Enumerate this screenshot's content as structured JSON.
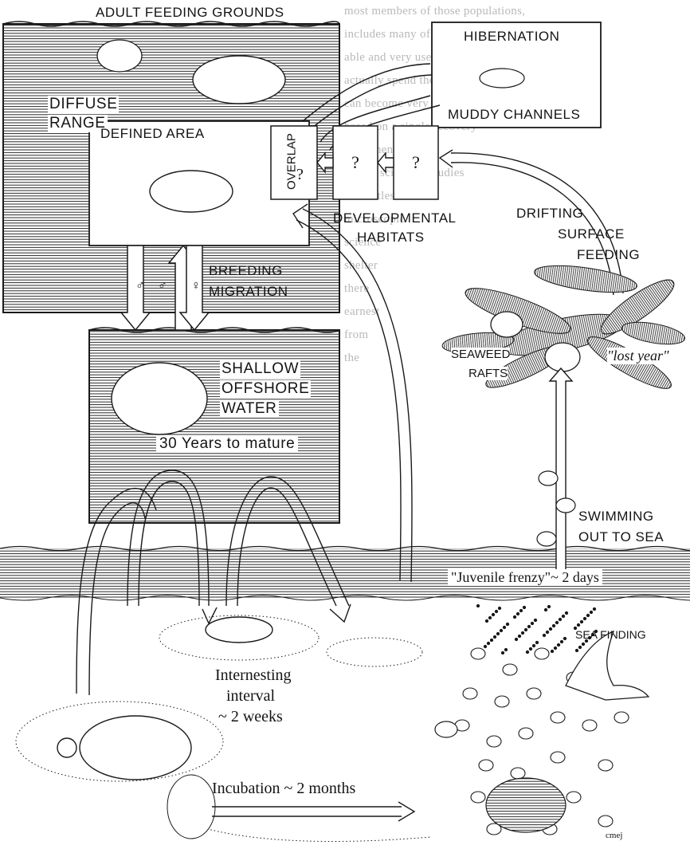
{
  "background_text": [
    "most members of those populations,",
    "includes many of the migrations and",
    "able and very useful information",
    "actually spend the foraging",
    "can become very reasoning",
    "based on a single recovery",
    "fish when they are",
    "proper scientific studies",
    "sea turtles should",
    "microscopic",
    "science",
    "shelter",
    "there",
    "earnest",
    "from",
    "the"
  ],
  "labels": {
    "adult_feeding_grounds": "ADULT FEEDING GROUNDS",
    "diffuse_range_1": "DIFFUSE",
    "diffuse_range_2": "RANGE",
    "defined_area": "DEFINED AREA",
    "hibernation": "HIBERNATION",
    "muddy_channels": "MUDDY CHANNELS",
    "overlap": "OVERLAP",
    "q1": "?",
    "q2": "?",
    "q3": "?",
    "developmental_habitats_1": "DEVELOPMENTAL",
    "developmental_habitats_2": "HABITATS",
    "drifting_1": "DRIFTING",
    "drifting_2": "SURFACE",
    "drifting_3": "FEEDING",
    "breeding_1": "BREEDING",
    "breeding_2": "MIGRATION",
    "male_1": "♂",
    "male_2": "♂",
    "female": "♀",
    "shallow_1": "SHALLOW",
    "shallow_2": "OFFSHORE",
    "shallow_3": "WATER",
    "thirty_years": "30 Years to mature",
    "seaweed_1": "SEAWEED",
    "seaweed_2": "RAFTS",
    "lost_year": "\"lost year\"",
    "swimming_1": "SWIMMING",
    "swimming_2": "OUT TO SEA",
    "juvenile_frenzy": "\"Juvenile frenzy\"~ 2 days",
    "sea_finding": "SEA FINDING",
    "internesting_1": "Internesting",
    "internesting_2": "interval",
    "internesting_3": "~ 2 weeks",
    "incubation": "Incubation ~ 2 months",
    "signature": "cmej"
  },
  "colors": {
    "ink": "#1a1a1a",
    "paper": "#ffffff",
    "faint_text": "#b9b9b9"
  }
}
